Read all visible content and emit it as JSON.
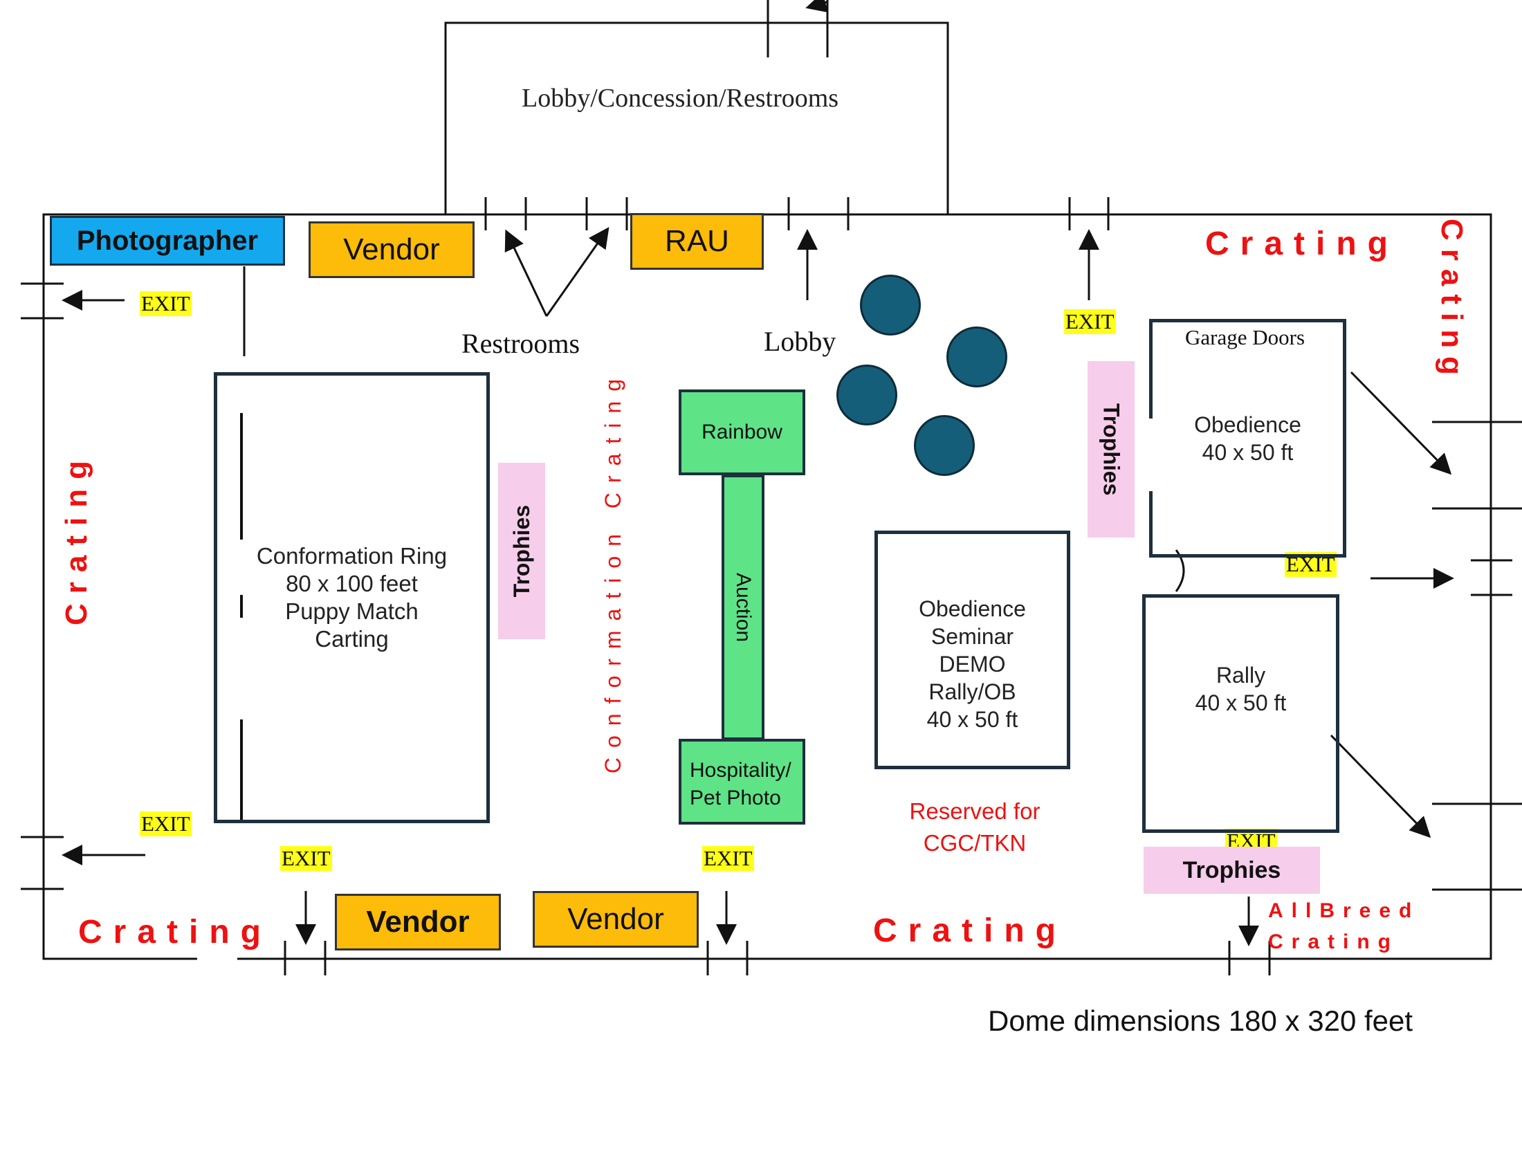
{
  "lobby": {
    "label": "Lobby/Concession/Restrooms"
  },
  "photographer": {
    "label": "Photographer"
  },
  "vendors": {
    "top": "Vendor",
    "bottom_left": "Vendor",
    "bottom_right": "Vendor"
  },
  "rau": {
    "label": "RAU"
  },
  "labels": {
    "restrooms": "Restrooms",
    "lobby": "Lobby"
  },
  "exits": {
    "label": "EXIT"
  },
  "crating": {
    "label": "Crating",
    "conformation": "Conformation Crating",
    "allbreed_line1": "AllBreed",
    "allbreed_line2": "Crating"
  },
  "conformation_ring": {
    "line1": "Conformation Ring",
    "line2": "80 x 100 feet",
    "line3": "Puppy Match",
    "line4": "Carting"
  },
  "trophies": {
    "label": "Trophies"
  },
  "rainbow": {
    "label": "Rainbow"
  },
  "auction": {
    "label": "Auction"
  },
  "hospitality": {
    "line1": "Hospitality/",
    "line2": "Pet Photo"
  },
  "seminar": {
    "line1": "Obedience",
    "line2": "Seminar",
    "line3": "DEMO",
    "line4": "Rally/OB",
    "line5": "40 x 50 ft"
  },
  "reserved": {
    "line1": "Reserved for",
    "line2": "CGC/TKN"
  },
  "obedience": {
    "garage": "Garage Doors",
    "line1": "Obedience",
    "line2": "40 x 50 ft"
  },
  "rally": {
    "line1": "Rally",
    "line2": "40 x 50 ft"
  },
  "dimensions": {
    "label": "Dome dimensions 180 x 320 feet"
  },
  "colors": {
    "crating_red": "#ee1111",
    "vendor_orange": "#fdbb0a",
    "photographer_blue": "#14a9ee",
    "trophy_pink": "#f6cdea",
    "green_area": "#5ee387",
    "table_blue": "#155e79",
    "exit_yellow": "#ffff1a"
  }
}
